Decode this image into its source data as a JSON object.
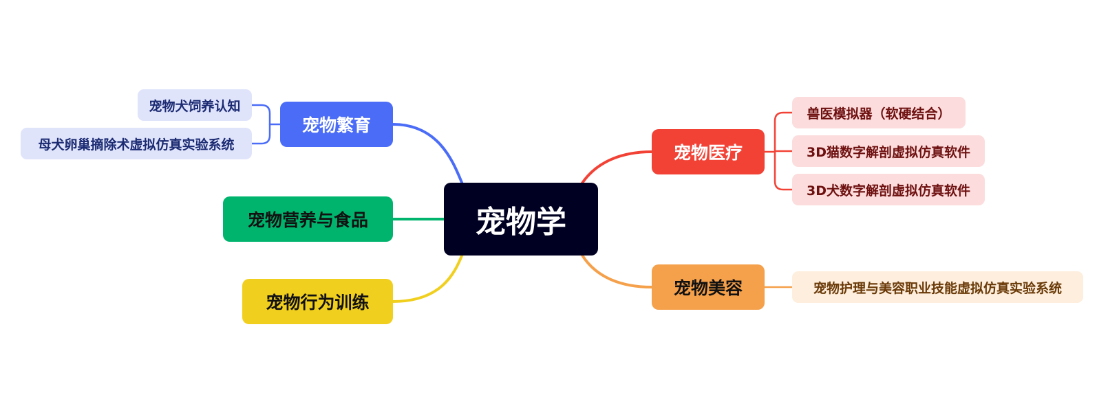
{
  "root": {
    "label": "宠物学",
    "bg": "#000022",
    "fg": "#ffffff"
  },
  "branches": [
    {
      "label": "宠物繁育",
      "color": "#4a6cf7",
      "fg": "#ffffff",
      "leaf_bg": "#dfe4fb",
      "leaf_fg": "#1b2a72",
      "children": [
        "宠物犬饲养认知",
        "母犬卵巢摘除术虚拟仿真实验系统"
      ]
    },
    {
      "label": "宠物营养与食品",
      "color": "#00b46e",
      "fg": "#111111",
      "children": []
    },
    {
      "label": "宠物行为训练",
      "color": "#f1cf1f",
      "fg": "#111111",
      "children": []
    },
    {
      "label": "宠物医疗",
      "color": "#f24236",
      "fg": "#ffffff",
      "leaf_bg": "#fcdcdc",
      "leaf_fg": "#6e1010",
      "children": [
        "兽医模拟器（软硬结合）",
        "3D猫数字解剖虚拟仿真软件",
        "3D犬数字解剖虚拟仿真软件"
      ]
    },
    {
      "label": "宠物美容",
      "color": "#f5a04a",
      "fg": "#111111",
      "leaf_bg": "#fdeedd",
      "leaf_fg": "#6a3a08",
      "children": [
        "宠物护理与美容职业技能虚拟仿真实验系统"
      ]
    }
  ]
}
